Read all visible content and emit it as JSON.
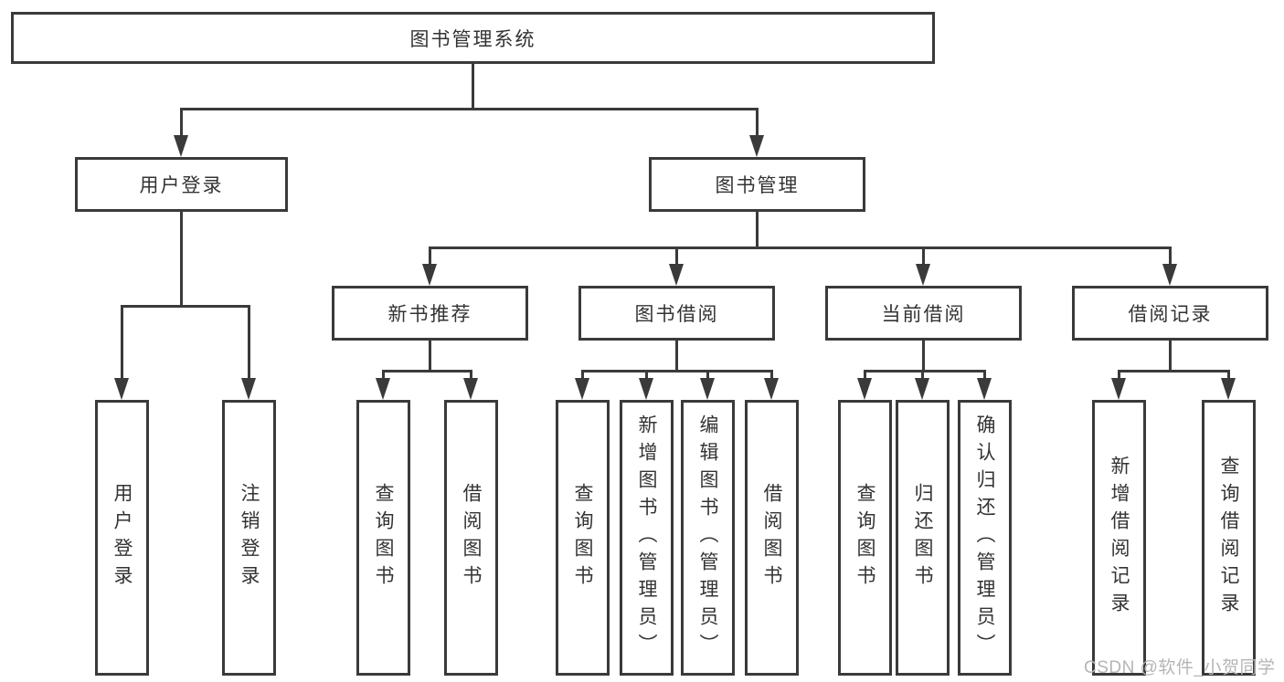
{
  "tree": {
    "root": {
      "label": "图书管理系统"
    },
    "branches": [
      {
        "label": "用户登录",
        "leaves": [
          {
            "label": "用户登录"
          },
          {
            "label": "注销登录"
          }
        ]
      },
      {
        "label": "图书管理",
        "children": [
          {
            "label": "新书推荐",
            "leaves": [
              {
                "label": "查询图书"
              },
              {
                "label": "借阅图书"
              }
            ]
          },
          {
            "label": "图书借阅",
            "leaves": [
              {
                "label": "查询图书"
              },
              {
                "label": "新增图书（管理员）"
              },
              {
                "label": "编辑图书（管理员）"
              },
              {
                "label": "借阅图书"
              }
            ]
          },
          {
            "label": "当前借阅",
            "leaves": [
              {
                "label": "查询图书"
              },
              {
                "label": "归还图书"
              },
              {
                "label": "确认归还（管理员）"
              }
            ]
          },
          {
            "label": "借阅记录",
            "leaves": [
              {
                "label": "新增借阅记录"
              },
              {
                "label": "查询借阅记录"
              }
            ]
          }
        ]
      }
    ]
  },
  "watermark": {
    "text": "CSDN @软件_小贺同学"
  },
  "colors": {
    "line": "#3a3a3a",
    "text": "#333333",
    "watermark": "#b5b5b5",
    "background": "#ffffff"
  }
}
